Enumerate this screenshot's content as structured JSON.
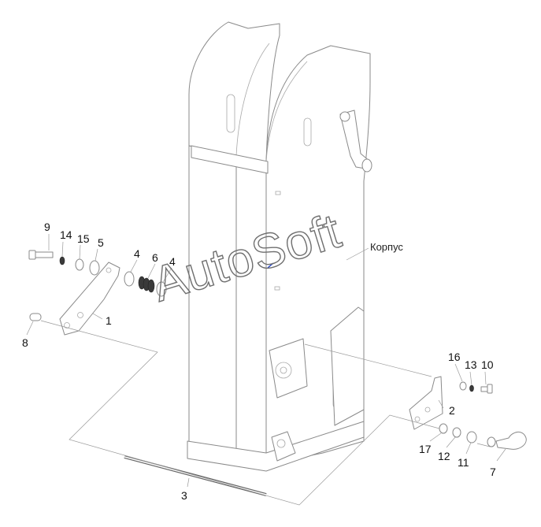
{
  "callouts": {
    "c1": "1",
    "c2": "2",
    "c3": "3",
    "c4a": "4",
    "c4b": "4",
    "c5": "5",
    "c6": "6",
    "c7": "7",
    "c8": "8",
    "c9": "9",
    "c10": "10",
    "c11": "11",
    "c12": "12",
    "c13": "13",
    "c14": "14",
    "c15": "15",
    "c16": "16",
    "c17": "17"
  },
  "housing_label": "Корпус",
  "watermark": "AutoSoft",
  "colors": {
    "line": "#8a8a8a",
    "text": "#111111",
    "accent": "#2244cc"
  }
}
